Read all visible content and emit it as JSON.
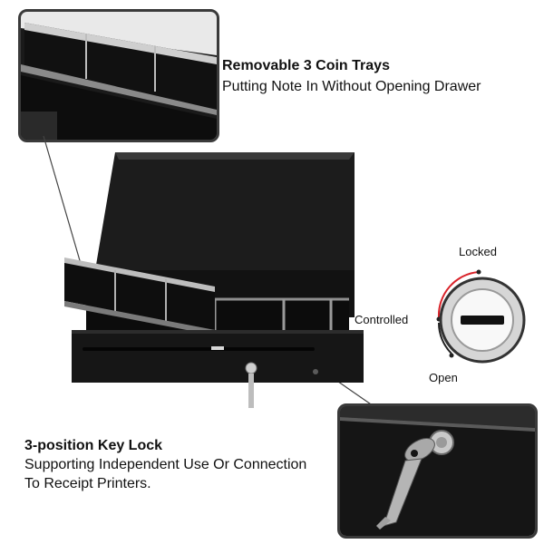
{
  "features": {
    "coin_trays": {
      "title": "Removable 3 Coin Trays",
      "subtitle": "Putting Note In Without Opening Drawer"
    },
    "key_lock": {
      "title": "3-position Key Lock",
      "lines": [
        "Supporting Independent Use Or Connection",
        "To Receipt Printers."
      ]
    }
  },
  "lock_diagram": {
    "positions": {
      "locked": "Locked",
      "controlled": "Controlled",
      "open": "Open"
    },
    "accent_color": "#d9232a"
  }
}
